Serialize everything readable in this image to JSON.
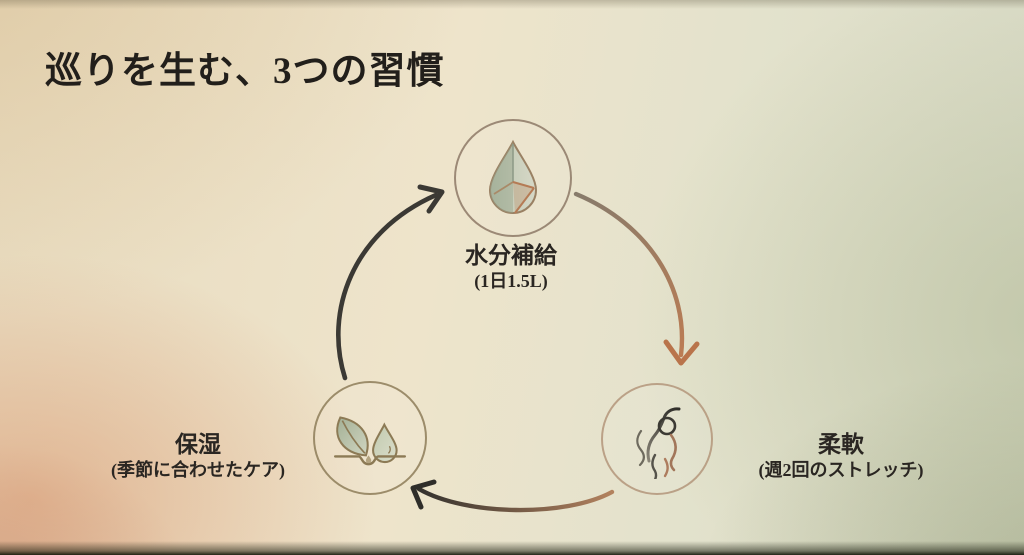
{
  "slide": {
    "title": "巡りを生む、3つの習慣"
  },
  "cycle": {
    "nodes": [
      {
        "id": "hydration",
        "position": "top",
        "label": "水分補給",
        "sublabel": "(1日1.5L)",
        "icon": "water-drop-icon"
      },
      {
        "id": "flexibility",
        "position": "right",
        "label": "柔軟",
        "sublabel": "(週2回のストレッチ)",
        "icon": "stretching-person-icon"
      },
      {
        "id": "moisturizing",
        "position": "left",
        "label": "保湿",
        "sublabel": "(季節に合わせたケア)",
        "icon": "leaf-sprout-icon"
      }
    ],
    "flow": [
      "hydration → flexibility",
      "flexibility → moisturizing",
      "moisturizing → hydration"
    ]
  },
  "colors": {
    "background_warm": "#ecdfc4",
    "background_sage": "#d9dbc7",
    "background_peach": "#dda884",
    "arrow_terracotta": "#b97a54",
    "arrow_charcoal": "#3b3934",
    "circle_stroke": "#9a8266",
    "icon_sage": "#a9b8a3",
    "text": "#262220"
  }
}
